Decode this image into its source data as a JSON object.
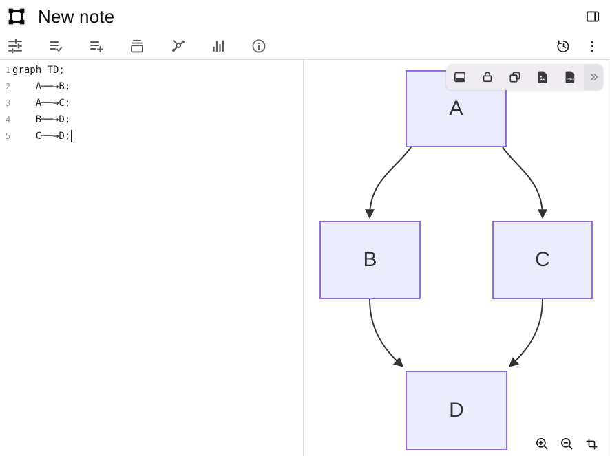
{
  "header": {
    "title": "New note",
    "logo_icon": "frame-nodes-icon",
    "panel_toggle_icon": "sidebar-right-icon"
  },
  "toolbar": {
    "left_icons": [
      "sliders-icon",
      "list-check-icon",
      "list-add-icon",
      "archive-icon",
      "graph-nodes-icon",
      "bar-chart-icon",
      "info-icon"
    ],
    "right_icons": [
      "history-icon",
      "kebab-menu-icon"
    ]
  },
  "editor": {
    "lines": [
      {
        "number": "1",
        "code": "graph TD;"
      },
      {
        "number": "2",
        "code": "    A──→B;"
      },
      {
        "number": "3",
        "code": "    A──→C;"
      },
      {
        "number": "4",
        "code": "    B──→D;"
      },
      {
        "number": "5",
        "code": "    C──→D;"
      }
    ],
    "cursor": "end-of-line-5"
  },
  "diagram": {
    "type": "flowchart",
    "direction": "TD",
    "nodes": [
      {
        "id": "A",
        "label": "A"
      },
      {
        "id": "B",
        "label": "B"
      },
      {
        "id": "C",
        "label": "C"
      },
      {
        "id": "D",
        "label": "D"
      }
    ],
    "edges": [
      {
        "from": "A",
        "to": "B"
      },
      {
        "from": "A",
        "to": "C"
      },
      {
        "from": "B",
        "to": "D"
      },
      {
        "from": "C",
        "to": "D"
      }
    ],
    "colors": {
      "node_fill": "#ECECFF",
      "node_border": "#9370DB",
      "edge": "#333333",
      "label": "#333333"
    }
  },
  "floating_toolbar": {
    "icons": [
      "panel-bottom-icon",
      "lock-icon",
      "copy-icon",
      "image-export-icon",
      "png-export-icon",
      "chevrons-right-icon"
    ]
  },
  "zoom_controls": {
    "icons": [
      "zoom-in-icon",
      "zoom-out-icon",
      "crop-icon"
    ]
  }
}
